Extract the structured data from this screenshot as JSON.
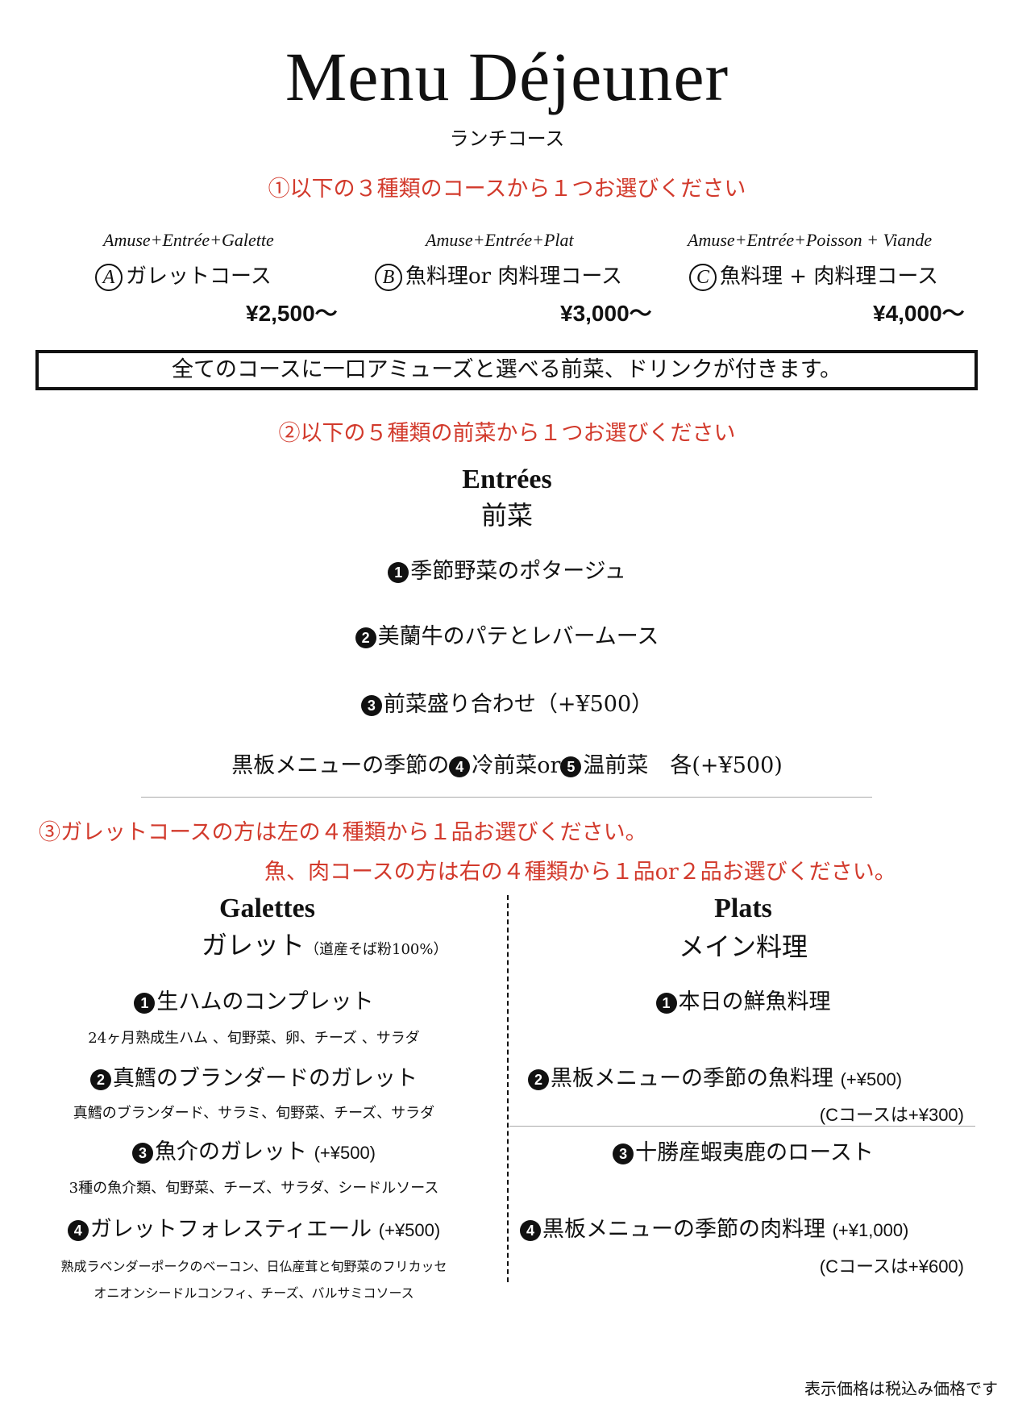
{
  "title": "Menu Déjeuner",
  "subtitle": "ランチコース",
  "step1": "①以下の３種類のコースから１つお選びください",
  "courses": [
    {
      "label": "Amuse+Entrée+Galette",
      "letter": "A",
      "name": "ガレットコース",
      "price": "¥2,500〜"
    },
    {
      "label": "Amuse+Entrée+Plat",
      "letter": "B",
      "name": "魚料理or 肉料理コース",
      "price": "¥3,000〜"
    },
    {
      "label": "Amuse+Entrée+Poisson + Viande",
      "letter": "C",
      "name": "魚料理 + 肉料理コース",
      "price": "¥4,000〜"
    }
  ],
  "notice": "全てのコースに一口アミューズと選べる前菜、ドリンクが付きます。",
  "step2": "②以下の５種類の前菜から１つお選びください",
  "entrees": {
    "title": "Entrées",
    "title_ja": "前菜",
    "items": [
      {
        "num": "1",
        "text": "季節野菜のポタージュ"
      },
      {
        "num": "2",
        "text": "美蘭牛のパテとレバームース"
      },
      {
        "num": "3",
        "text": "前菜盛り合わせ（+¥500）"
      }
    ],
    "last": {
      "prefix": "黒板メニューの季節の",
      "num4": "4",
      "t4": "冷前菜or",
      "num5": "5",
      "t5": "温前菜　各(+¥500)"
    }
  },
  "step3a": "③ガレットコースの方は左の４種類から１品お選びください。",
  "step3b": "魚、肉コースの方は右の４種類から１品or２品お選びください。",
  "galettes": {
    "title": "Galettes",
    "title_ja": "ガレット",
    "note": "（道産そば粉100%）",
    "items": [
      {
        "num": "1",
        "name": "生ハムのコンプレット",
        "extra": "",
        "desc": [
          "24ヶ月熟成生ハム 、旬野菜、卵、チーズ 、サラダ"
        ]
      },
      {
        "num": "2",
        "name": "真鱈のブランダードのガレット",
        "extra": "",
        "desc": [
          "真鱈のブランダード、サラミ、旬野菜、チーズ、サラダ"
        ]
      },
      {
        "num": "3",
        "name": "魚介のガレット",
        "extra": "(+¥500)",
        "desc": [
          "3種の魚介類、旬野菜、チーズ、サラダ、シードルソース"
        ]
      },
      {
        "num": "4",
        "name": "ガレットフォレスティエール",
        "extra": "(+¥500)",
        "desc": [
          "熟成ラベンダーポークのベーコン、日仏産茸と旬野菜のフリカッセ",
          "オニオンシードルコンフィ、チーズ、バルサミコソース"
        ]
      }
    ]
  },
  "plats": {
    "title": "Plats",
    "title_ja": "メイン料理",
    "items": [
      {
        "num": "1",
        "name": "本日の鮮魚料理",
        "extra": "",
        "cnote": ""
      },
      {
        "num": "2",
        "name": "黒板メニューの季節の魚料理",
        "extra": "(+¥500)",
        "cnote": "(Cコースは+¥300)"
      },
      {
        "num": "3",
        "name": "十勝産蝦夷鹿のロースト",
        "extra": "",
        "cnote": ""
      },
      {
        "num": "4",
        "name": "黒板メニューの季節の肉料理",
        "extra": "(+¥1,000)",
        "cnote": "(Cコースは+¥600)"
      }
    ]
  },
  "footer": "表示価格は税込み価格です"
}
